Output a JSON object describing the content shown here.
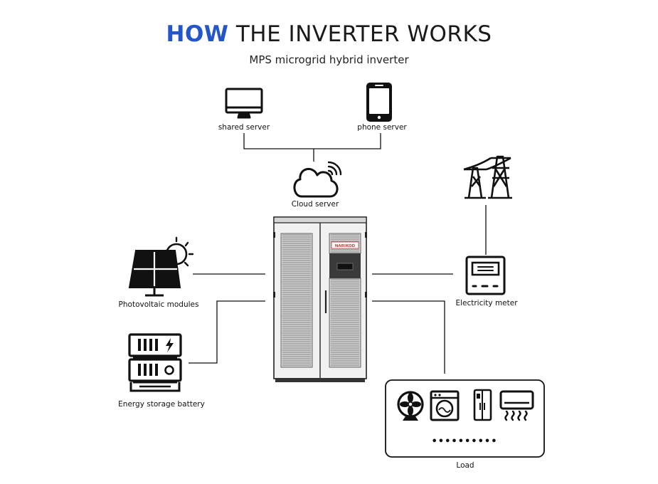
{
  "header": {
    "title_accent": "HOW",
    "title_rest": "THE INVERTER WORKS",
    "subtitle": "MPS microgrid hybrid inverter"
  },
  "nodes": {
    "shared_server": "shared server",
    "phone_server": "phone server",
    "cloud_server": "Cloud  server",
    "photovoltaic": "Photovoltaic modules",
    "battery": "Energy storage battery",
    "meter": "Electricity meter",
    "load": "Load",
    "load_dots": "••••••••••"
  },
  "cabinet": {
    "brand": "NARIKOD"
  },
  "colors": {
    "accent": "#2456c8",
    "line": "#111111",
    "cabinet": "#f1f1f1"
  }
}
